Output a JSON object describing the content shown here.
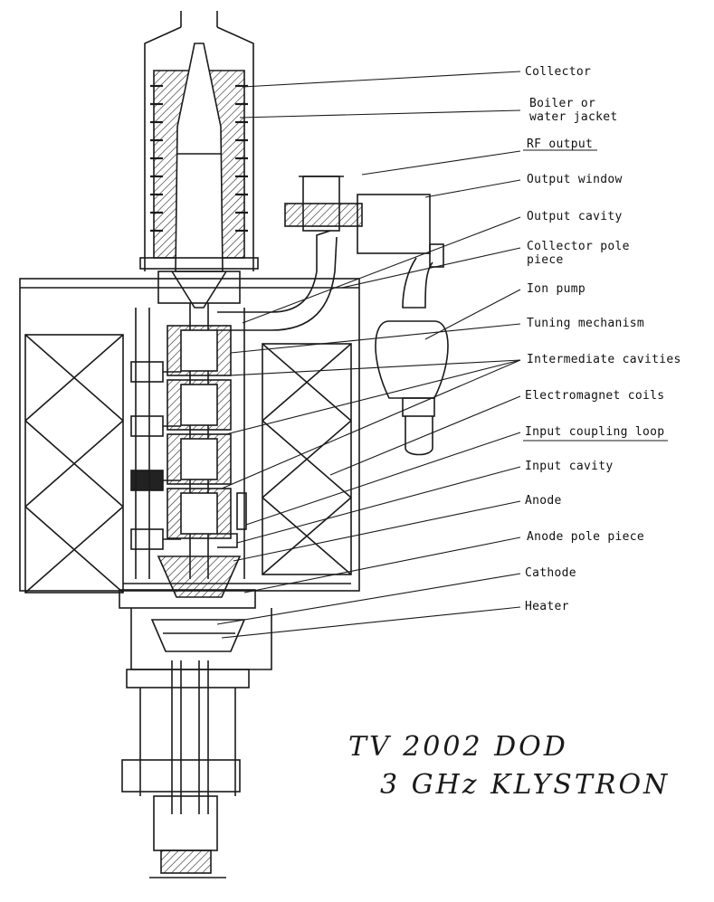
{
  "labels": {
    "collector": "Collector",
    "boiler": "Boiler or\nwater jacket",
    "rf_output": "RF output",
    "output_window": "Output window",
    "output_cavity": "Output cavity",
    "collector_pole_piece": "Collector pole\npiece",
    "ion_pump": "Ion pump",
    "tuning_mechanism": "Tuning mechanism",
    "intermediate_cavities": "Intermediate cavities",
    "electromagnet_coils": "Electromagnet coils",
    "input_coupling_loop": "Input coupling loop",
    "input_cavity": "Input cavity",
    "anode": "Anode",
    "anode_pole_piece": "Anode pole piece",
    "cathode": "Cathode",
    "heater": "Heater"
  },
  "handwriting": {
    "line1": "TV 2002 DOD",
    "line2": "3 GHz KLYSTRON"
  }
}
